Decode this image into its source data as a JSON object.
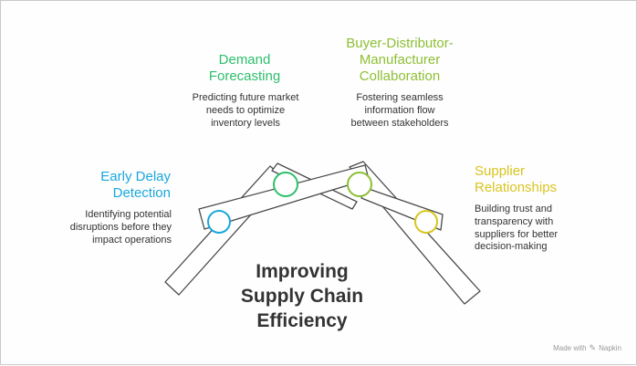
{
  "title": "Improving\nSupply Chain\nEfficiency",
  "colors": {
    "blue": "#1aa7dc",
    "green": "#2ebf6b",
    "lime": "#8dbf34",
    "yellow": "#d8c51f",
    "beam_fill": "#ffffff",
    "beam_stroke": "#4a4a4a"
  },
  "items": [
    {
      "heading": "Early Delay\nDetection",
      "description": "Identifying potential\ndisruptions before they\nimpact operations",
      "color": "#1aa7dc"
    },
    {
      "heading": "Demand\nForecasting",
      "description": "Predicting future market\nneeds to optimize\ninventory levels",
      "color": "#2ebf6b"
    },
    {
      "heading": "Buyer-Distributor-\nManufacturer\nCollaboration",
      "description": "Fostering seamless\ninformation flow\nbetween stakeholders",
      "color": "#8dbf34"
    },
    {
      "heading": "Supplier\nRelationships",
      "description": "Building trust and\ntransparency with\nsuppliers for better\ndecision-making",
      "color": "#d8c51f"
    }
  ],
  "footer": {
    "text": "Made with",
    "brand": "Napkin",
    "icon": "napkin-logo-icon"
  }
}
